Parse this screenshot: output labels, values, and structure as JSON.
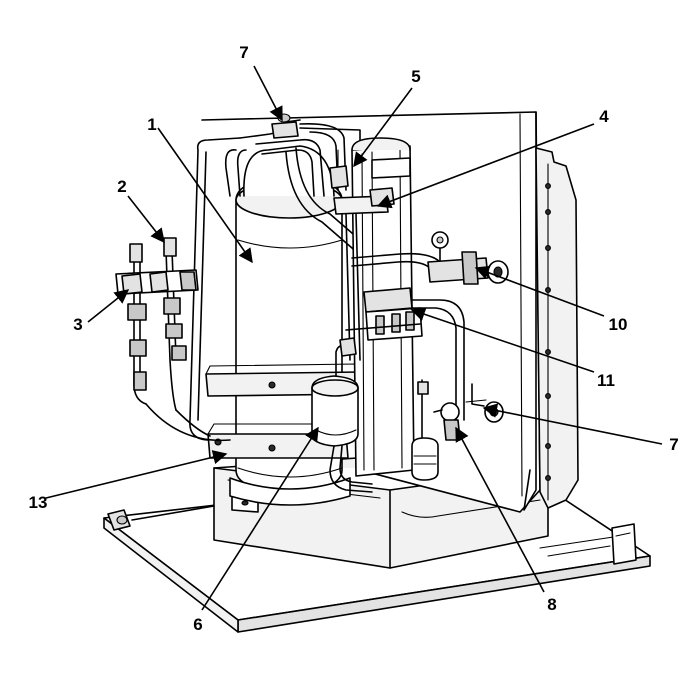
{
  "diagram": {
    "accent_color": "#000000",
    "callouts": [
      {
        "id": "c1",
        "label": "1"
      },
      {
        "id": "c2",
        "label": "2"
      },
      {
        "id": "c3",
        "label": "3"
      },
      {
        "id": "c4",
        "label": "4"
      },
      {
        "id": "c5",
        "label": "5"
      },
      {
        "id": "c6",
        "label": "6"
      },
      {
        "id": "c7a",
        "label": "7"
      },
      {
        "id": "c7b",
        "label": "7"
      },
      {
        "id": "c8",
        "label": "8"
      },
      {
        "id": "c10",
        "label": "10"
      },
      {
        "id": "c11",
        "label": "11"
      },
      {
        "id": "c13",
        "label": "13"
      }
    ]
  }
}
